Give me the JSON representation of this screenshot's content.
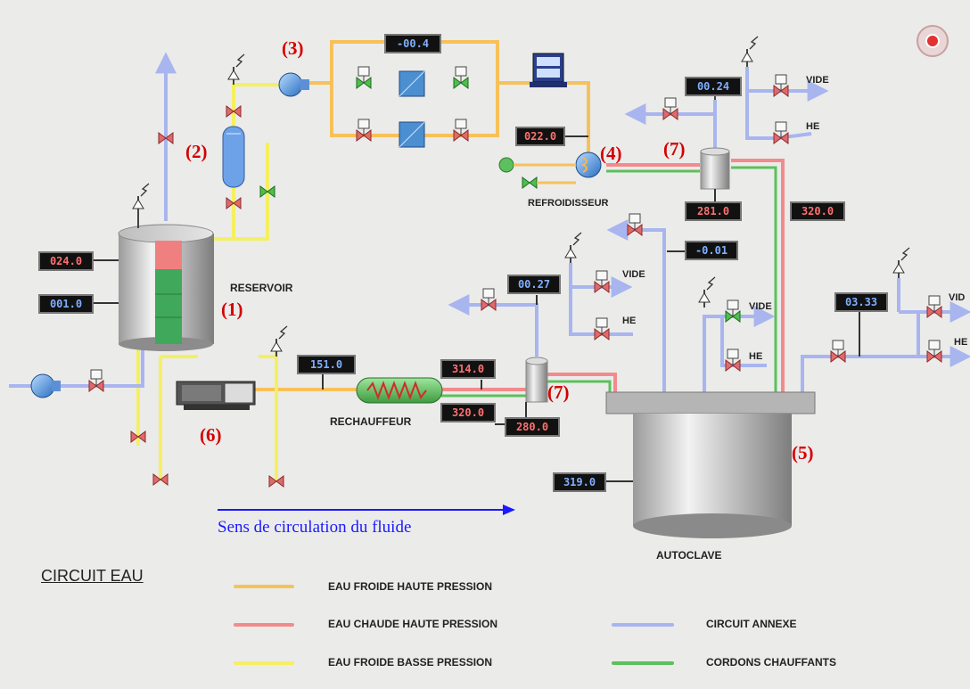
{
  "colors": {
    "cold_high": "#f7c15a",
    "hot_high": "#f28b8b",
    "cold_low": "#f4f061",
    "annex": "#a8b5ee",
    "heating": "#5cc05c",
    "tag_red": "#d40000",
    "flow_blue": "#1a1aff"
  },
  "tags": {
    "t1": "(1)",
    "t2": "(2)",
    "t3": "(3)",
    "t4": "(4)",
    "t5": "(5)",
    "t6": "(6)",
    "t7a": "(7)",
    "t7b": "(7)"
  },
  "labels": {
    "reservoir": "RESERVOIR",
    "refroidisseur": "REFROIDISSEUR",
    "rechauffeur": "RECHAUFFEUR",
    "autoclave": "AUTOCLAVE",
    "vide_1": "VIDE",
    "he_1": "HE",
    "vide_2": "VIDE",
    "he_2": "HE",
    "vide_3": "VIDE",
    "he_3": "HE",
    "vide_4": "VID",
    "he_4": "HE",
    "flow_direction": "Sens de circulation du fluide",
    "circuit_title": "CIRCUIT EAU"
  },
  "displays": {
    "top_diff": "-00.4",
    "cooler_out": "022.0",
    "reservoir_level": "024.0",
    "reservoir_press": "001.0",
    "vac_top": "00.24",
    "temp_top": "281.0",
    "autoclave_in": "320.0",
    "annex_press": "-0.01",
    "vac_mid": "00.27",
    "vac_right": "03.33",
    "pump_out": "151.0",
    "heater_in": "314.0",
    "heater_out": "320.0",
    "temp_bottom": "280.0",
    "autoclave_temp": "319.0"
  },
  "legend": [
    {
      "label": "EAU FROIDE HAUTE PRESSION",
      "color": "#f7c15a"
    },
    {
      "label": "EAU CHAUDE HAUTE PRESSION",
      "color": "#f28b8b"
    },
    {
      "label": "EAU FROIDE BASSE PRESSION",
      "color": "#f4f061"
    },
    {
      "label": "CIRCUIT ANNEXE",
      "color": "#a8b5ee"
    },
    {
      "label": "CORDONS CHAUFFANTS",
      "color": "#5cc05c"
    }
  ],
  "icons": [
    "valve-icon",
    "safety-valve-icon",
    "pump-icon",
    "filter-icon",
    "cooler-icon",
    "heater-icon",
    "flowmeter-icon",
    "emergency-stop-icon",
    "flow-arrow-icon"
  ]
}
